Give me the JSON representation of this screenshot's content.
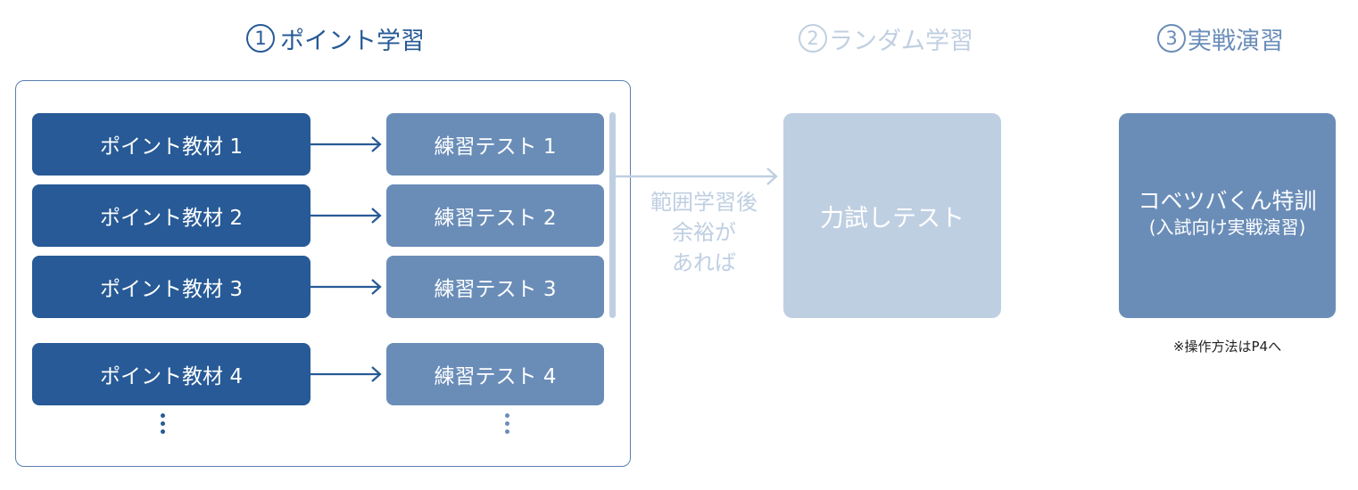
{
  "steps": [
    {
      "number": "1",
      "title": "ポイント学習",
      "color": "#275a96"
    },
    {
      "number": "2",
      "title": "ランダム学習",
      "color": "#c0cfe1"
    },
    {
      "number": "3",
      "title": "実戦演習",
      "color": "#6a8db8"
    }
  ],
  "point_learning": {
    "materials": [
      "ポイント教材 1",
      "ポイント教材 2",
      "ポイント教材 3",
      "ポイント教材 4"
    ],
    "tests": [
      "練習テスト 1",
      "練習テスト 2",
      "練習テスト 3",
      "練習テスト 4"
    ],
    "continuation": "⋮"
  },
  "condition": {
    "lines": [
      "範囲学習後",
      "余裕が",
      "あれば"
    ]
  },
  "random_learning": {
    "box_label": "力試しテスト"
  },
  "practice": {
    "box_line1": "コベツバくん特訓",
    "box_line2": "(入試向け実戦演習)",
    "note": "※操作方法はP4へ"
  },
  "colors": {
    "primary": "#275a96",
    "secondary": "#6a8db8",
    "muted": "#bfcfe2"
  }
}
